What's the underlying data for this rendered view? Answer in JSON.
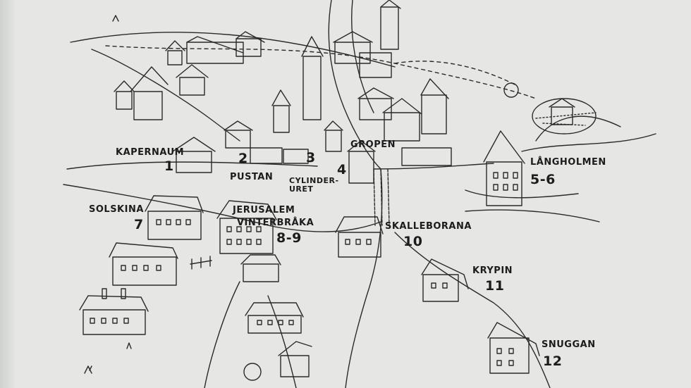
{
  "places": [
    {
      "id": "kapernaum",
      "name": "KAPERNAUM",
      "number": "1"
    },
    {
      "id": "pustan",
      "name": "PUSTAN",
      "number": "2"
    },
    {
      "id": "cylinderuret",
      "name": "CYLINDER-\nURET",
      "number": "3"
    },
    {
      "id": "gropen",
      "name": "GROPEN",
      "number": "4"
    },
    {
      "id": "langholmen",
      "name": "LÅNGHOLMEN",
      "number": "5-6"
    },
    {
      "id": "solskina",
      "name": "SOLSKINA",
      "number": "7"
    },
    {
      "id": "jerusalem",
      "name": "JERUSALEM",
      "number": ""
    },
    {
      "id": "vinterbraka",
      "name": "VINTERBRÅKA",
      "number": "8-9"
    },
    {
      "id": "skalleborana",
      "name": "SKALLEBORANA",
      "number": "10"
    },
    {
      "id": "krypin",
      "name": "KRYPIN",
      "number": "11"
    },
    {
      "id": "snuggan",
      "name": "SNUGGAN",
      "number": "12"
    }
  ],
  "style": {
    "ink": "#2a2a2a",
    "paper": "#e6e7e4"
  }
}
